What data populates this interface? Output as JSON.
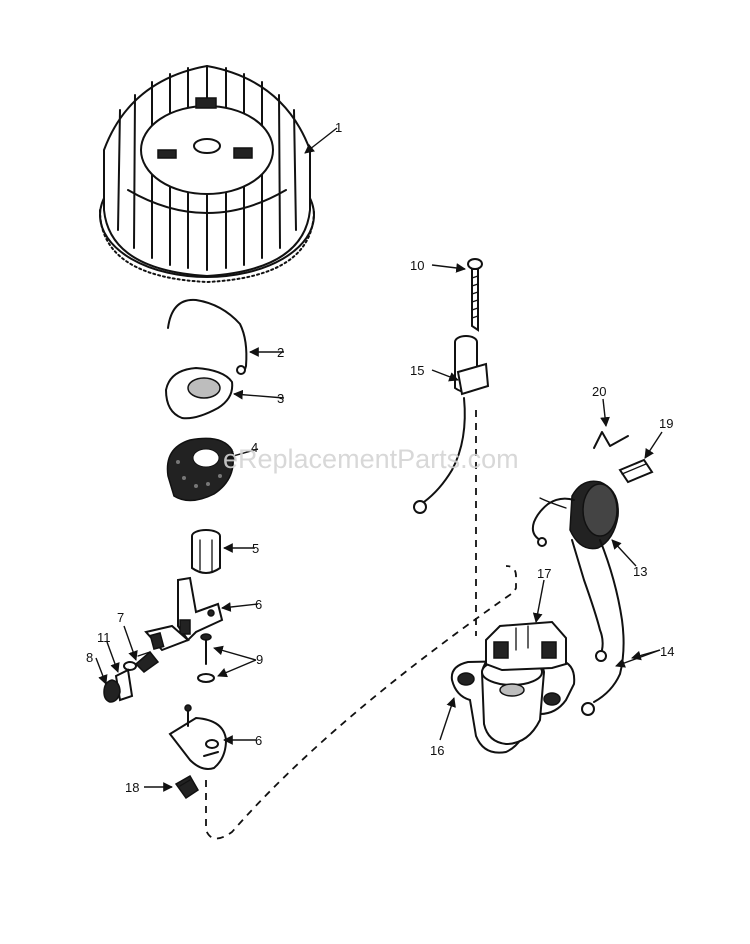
{
  "watermark": "eReplacementParts.com",
  "callouts": {
    "c1": "1",
    "c2": "2",
    "c3": "3",
    "c4": "4",
    "c5": "5",
    "c6a": "6",
    "c6b": "6",
    "c7": "7",
    "c8": "8",
    "c9": "9",
    "c10": "10",
    "c11": "11",
    "c13": "13",
    "c14": "14",
    "c15": "15",
    "c16": "16",
    "c17": "17",
    "c18": "18",
    "c19": "19",
    "c20": "20"
  },
  "colors": {
    "ink": "#111111",
    "background": "#ffffff",
    "watermark": "#d4d4d4"
  }
}
